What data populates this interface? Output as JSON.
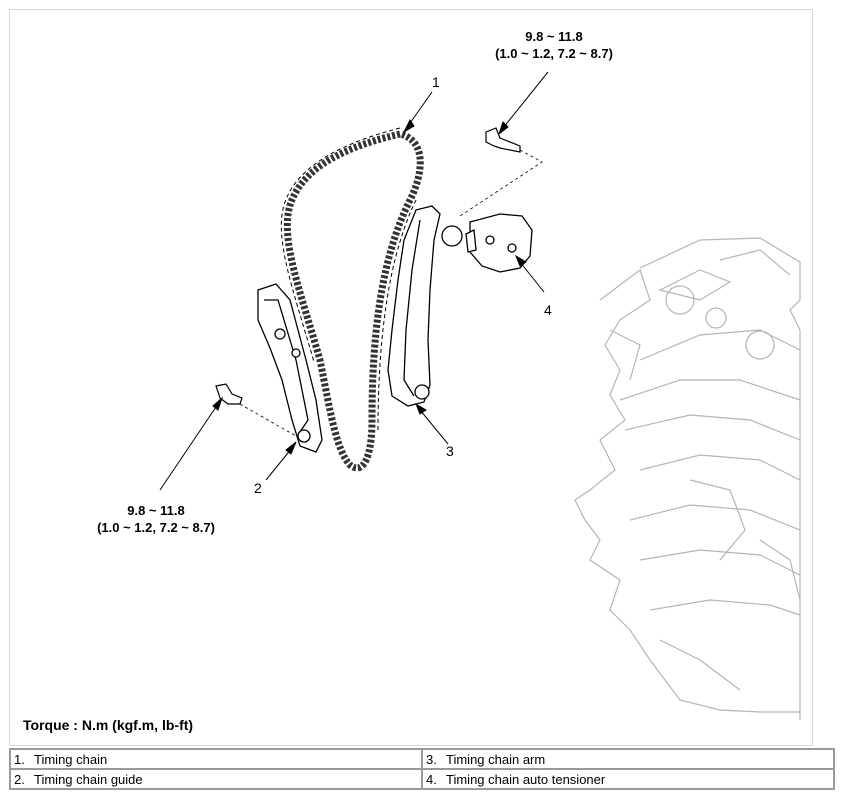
{
  "annotations": {
    "torque_top_value": "9.8 ~ 11.8",
    "torque_top_alt": "(1.0 ~ 1.2, 7.2 ~ 8.7)",
    "torque_bottom_value": "9.8 ~ 11.8",
    "torque_bottom_alt": "(1.0 ~ 1.2, 7.2 ~ 8.7)",
    "torque_note": "Torque : N.m (kgf.m, lb-ft)"
  },
  "callouts": [
    "1",
    "2",
    "3",
    "4"
  ],
  "legend": [
    {
      "num": "1.",
      "label": "Timing chain"
    },
    {
      "num": "3.",
      "label": "Timing chain arm"
    },
    {
      "num": "2.",
      "label": "Timing chain guide"
    },
    {
      "num": "4.",
      "label": "Timing chain auto tensioner"
    }
  ],
  "colors": {
    "line": "#000000",
    "engine_outline": "#b0b0b0",
    "border": "#9a9a9a"
  }
}
